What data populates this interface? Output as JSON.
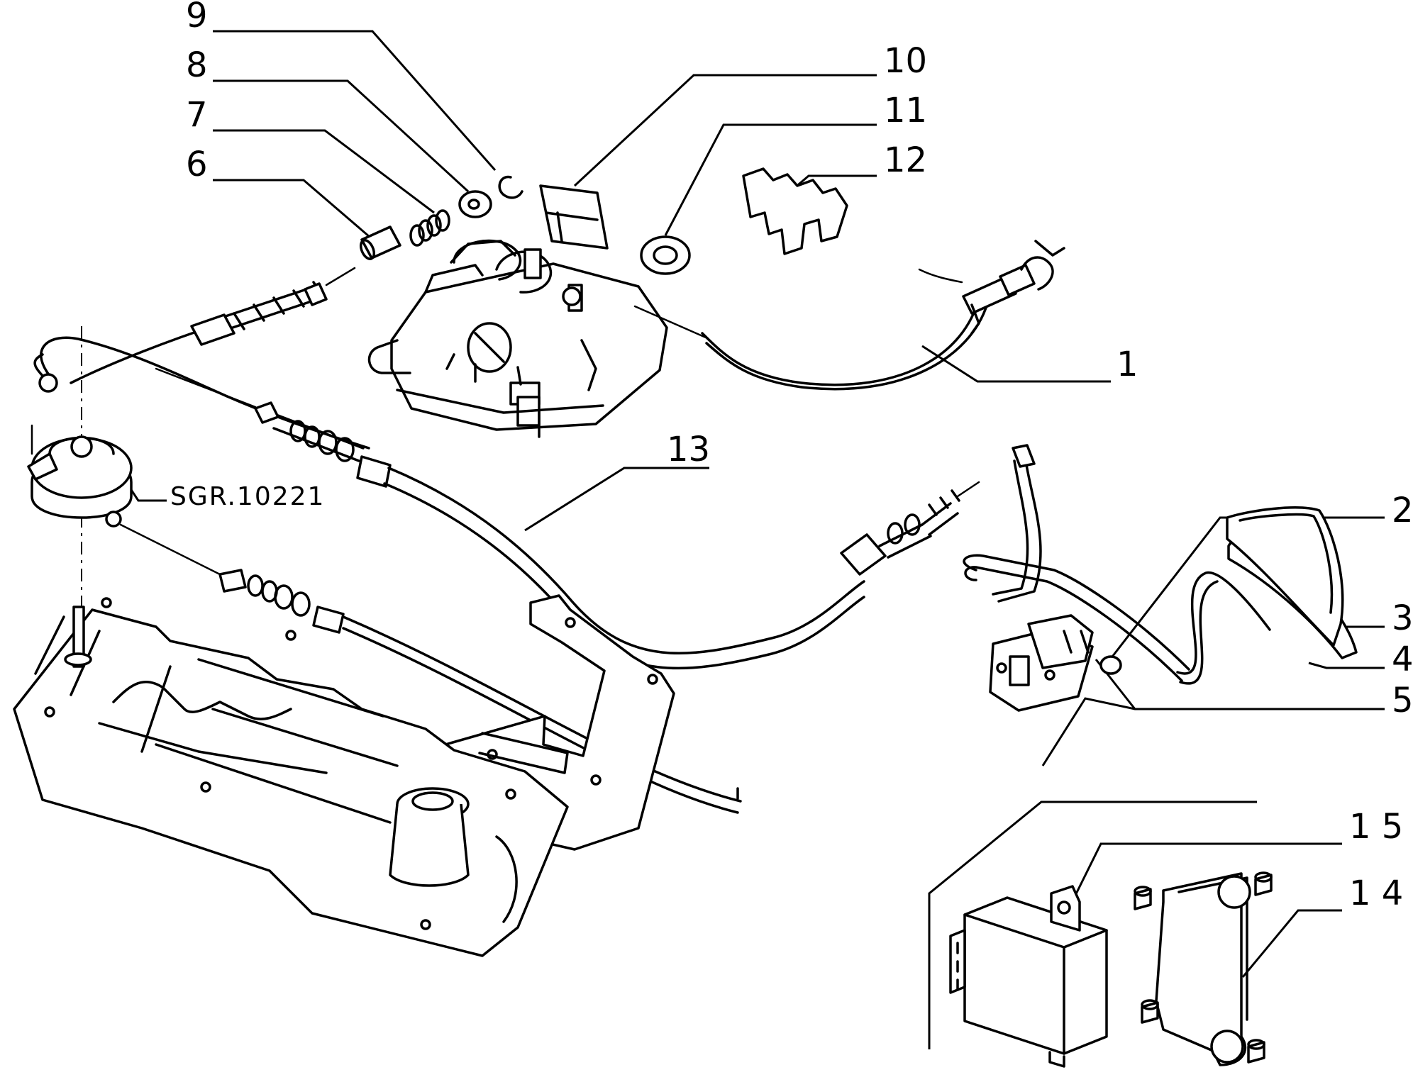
{
  "callouts": [
    {
      "id": "1",
      "label": "1"
    },
    {
      "id": "2",
      "label": "2"
    },
    {
      "id": "3",
      "label": "3"
    },
    {
      "id": "4",
      "label": "4"
    },
    {
      "id": "5",
      "label": "5"
    },
    {
      "id": "6",
      "label": "6"
    },
    {
      "id": "7",
      "label": "7"
    },
    {
      "id": "8",
      "label": "8"
    },
    {
      "id": "9",
      "label": "9"
    },
    {
      "id": "10",
      "label": "10"
    },
    {
      "id": "11",
      "label": "11"
    },
    {
      "id": "12",
      "label": "12"
    },
    {
      "id": "13",
      "label": "13"
    },
    {
      "id": "14",
      "label": "1 4"
    },
    {
      "id": "15",
      "label": "1 5"
    }
  ],
  "reference": "SGR.10221"
}
